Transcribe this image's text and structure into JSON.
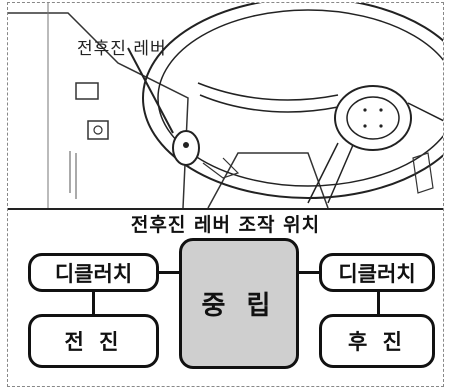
{
  "illustration": {
    "lever_label": "전후진 레버",
    "icon": "steering-wheel-with-forward-reverse-lever"
  },
  "diagram": {
    "title": "전후진 레버 조작 위치",
    "left_top": "디클러치",
    "left_bottom": "전 진",
    "center": "중 립",
    "right_top": "디클러치",
    "right_bottom": "후 진"
  },
  "colors": {
    "center_fill": "#cfcfcf",
    "stroke": "#111111"
  }
}
